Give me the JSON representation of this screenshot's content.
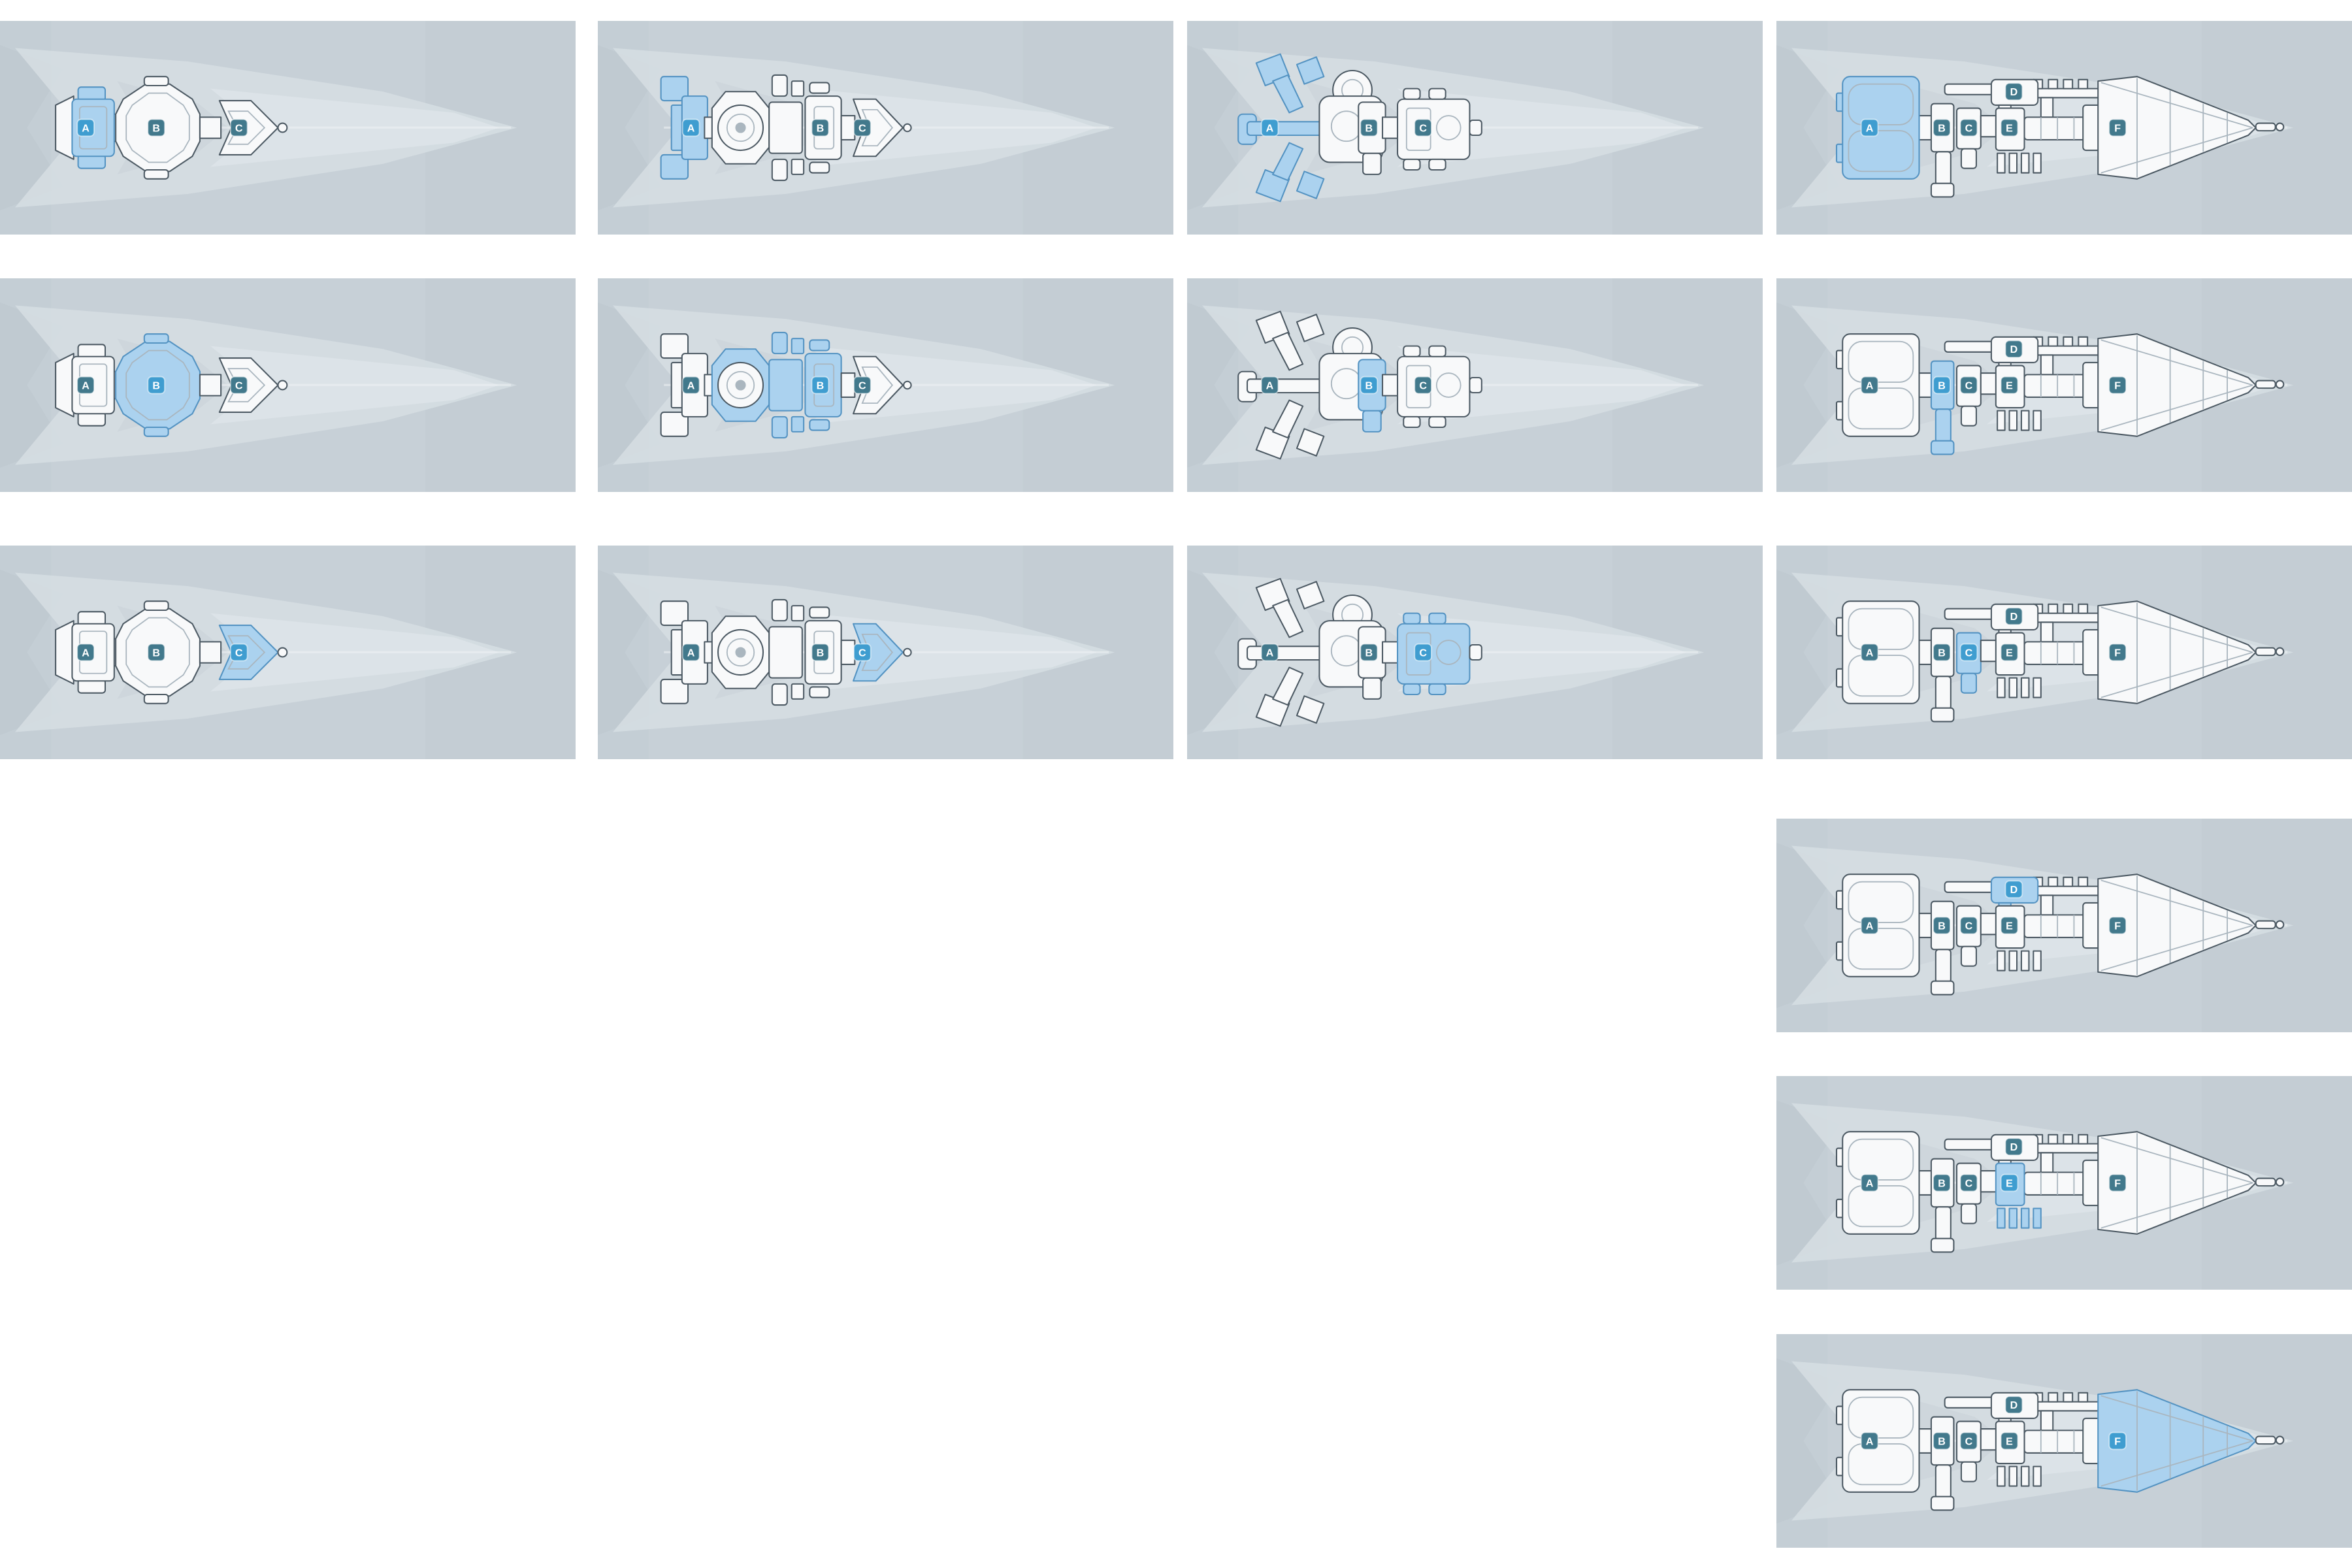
{
  "page": {
    "description": "Sprite sheet of ship deck-plan section diagrams, one highlighted section per panel"
  },
  "colors": {
    "page_bg": "#ffffff",
    "panel_bg": "#c7d0d7",
    "watermark_light": "#d6dee3",
    "watermark_mid": "#ccd5db",
    "watermark_dark": "#b9c5cd",
    "watermark_streak": "#e1e7eb",
    "module_fill": "#f8f9fa",
    "module_stroke": "#4d5a64",
    "module_detail": "#aab6bf",
    "highlight_fill": "#abd2ef",
    "highlight_stroke": "#5493c2",
    "badge_bg": "#42798c",
    "badge_bg_active": "#3f9dd0",
    "badge_text": "#ffffff"
  },
  "ships": {
    "ship1": {
      "sections": [
        "A",
        "B",
        "C"
      ]
    },
    "ship2": {
      "sections": [
        "A",
        "B",
        "C"
      ]
    },
    "ship3": {
      "sections": [
        "A",
        "B",
        "C"
      ]
    },
    "ship4": {
      "sections": [
        "A",
        "B",
        "C",
        "D",
        "E",
        "F"
      ]
    }
  },
  "panels": [
    {
      "ship": "ship1",
      "col": 0,
      "row": 0,
      "highlight": "A"
    },
    {
      "ship": "ship1",
      "col": 0,
      "row": 1,
      "highlight": "B"
    },
    {
      "ship": "ship1",
      "col": 0,
      "row": 2,
      "highlight": "C"
    },
    {
      "ship": "ship2",
      "col": 1,
      "row": 0,
      "highlight": "A"
    },
    {
      "ship": "ship2",
      "col": 1,
      "row": 1,
      "highlight": "B"
    },
    {
      "ship": "ship2",
      "col": 1,
      "row": 2,
      "highlight": "C"
    },
    {
      "ship": "ship3",
      "col": 2,
      "row": 0,
      "highlight": "A"
    },
    {
      "ship": "ship3",
      "col": 2,
      "row": 1,
      "highlight": "B"
    },
    {
      "ship": "ship3",
      "col": 2,
      "row": 2,
      "highlight": "C"
    },
    {
      "ship": "ship4",
      "col": 3,
      "row": 0,
      "highlight": "A"
    },
    {
      "ship": "ship4",
      "col": 3,
      "row": 1,
      "highlight": "B"
    },
    {
      "ship": "ship4",
      "col": 3,
      "row": 2,
      "highlight": "C"
    },
    {
      "ship": "ship4",
      "col": 3,
      "row": 3,
      "highlight": "D"
    },
    {
      "ship": "ship4",
      "col": 3,
      "row": 4,
      "highlight": "E"
    },
    {
      "ship": "ship4",
      "col": 3,
      "row": 5,
      "highlight": "F"
    }
  ]
}
